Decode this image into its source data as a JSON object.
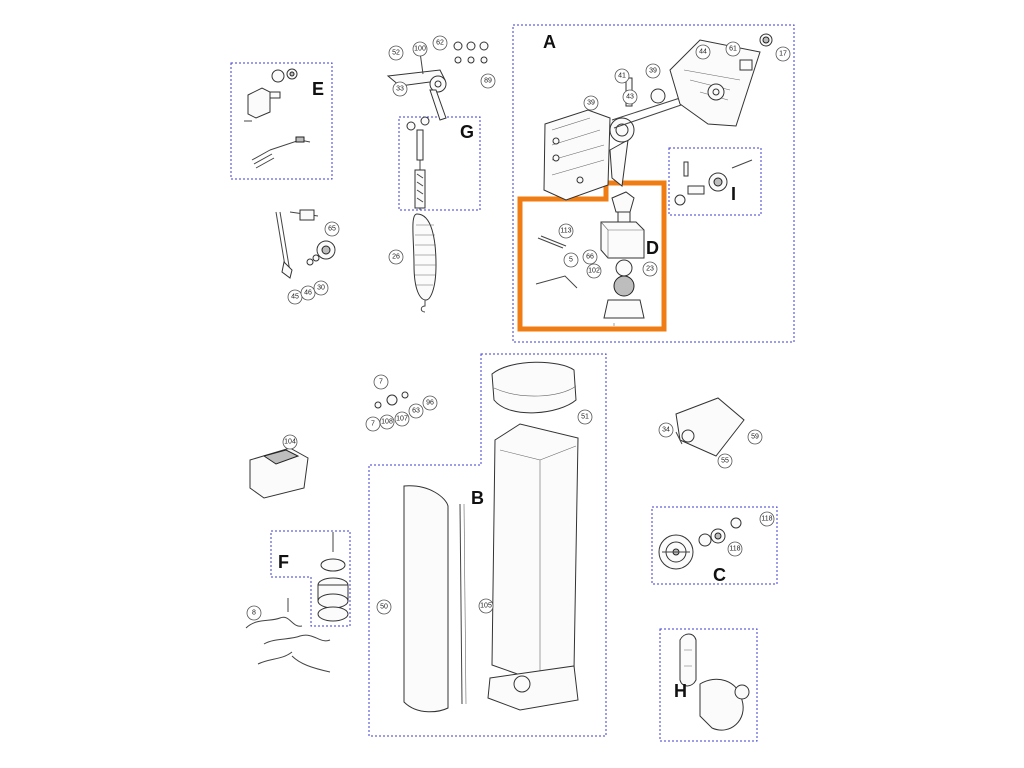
{
  "diagram": {
    "groups": {
      "A": "A",
      "B": "B",
      "C": "C",
      "D": "D",
      "E": "E",
      "F": "F",
      "G": "G",
      "H": "H",
      "I": "I"
    },
    "callouts": {
      "c52": "52",
      "c100": "100",
      "c62": "62",
      "c89": "89",
      "c33": "33",
      "c41": "41",
      "c39a": "39",
      "c39b": "39",
      "c43": "43",
      "c44": "44",
      "c61": "61",
      "c17": "17",
      "c113": "113",
      "c5": "5",
      "c66": "66",
      "c102": "102",
      "c23": "23",
      "c65": "65",
      "c45": "45",
      "c46": "46",
      "c30": "30",
      "c26": "26",
      "c7a": "7",
      "c7b": "7",
      "c108": "108",
      "c107": "107",
      "c63": "63",
      "c96": "96",
      "c104": "104",
      "c51": "51",
      "c34": "34",
      "c59": "59",
      "c55": "55",
      "c118a": "118",
      "c118b": "118",
      "c50": "50",
      "c105": "105",
      "c8": "8"
    },
    "colors": {
      "frame": "#3b3bd6",
      "highlight": "#f07d14"
    }
  }
}
